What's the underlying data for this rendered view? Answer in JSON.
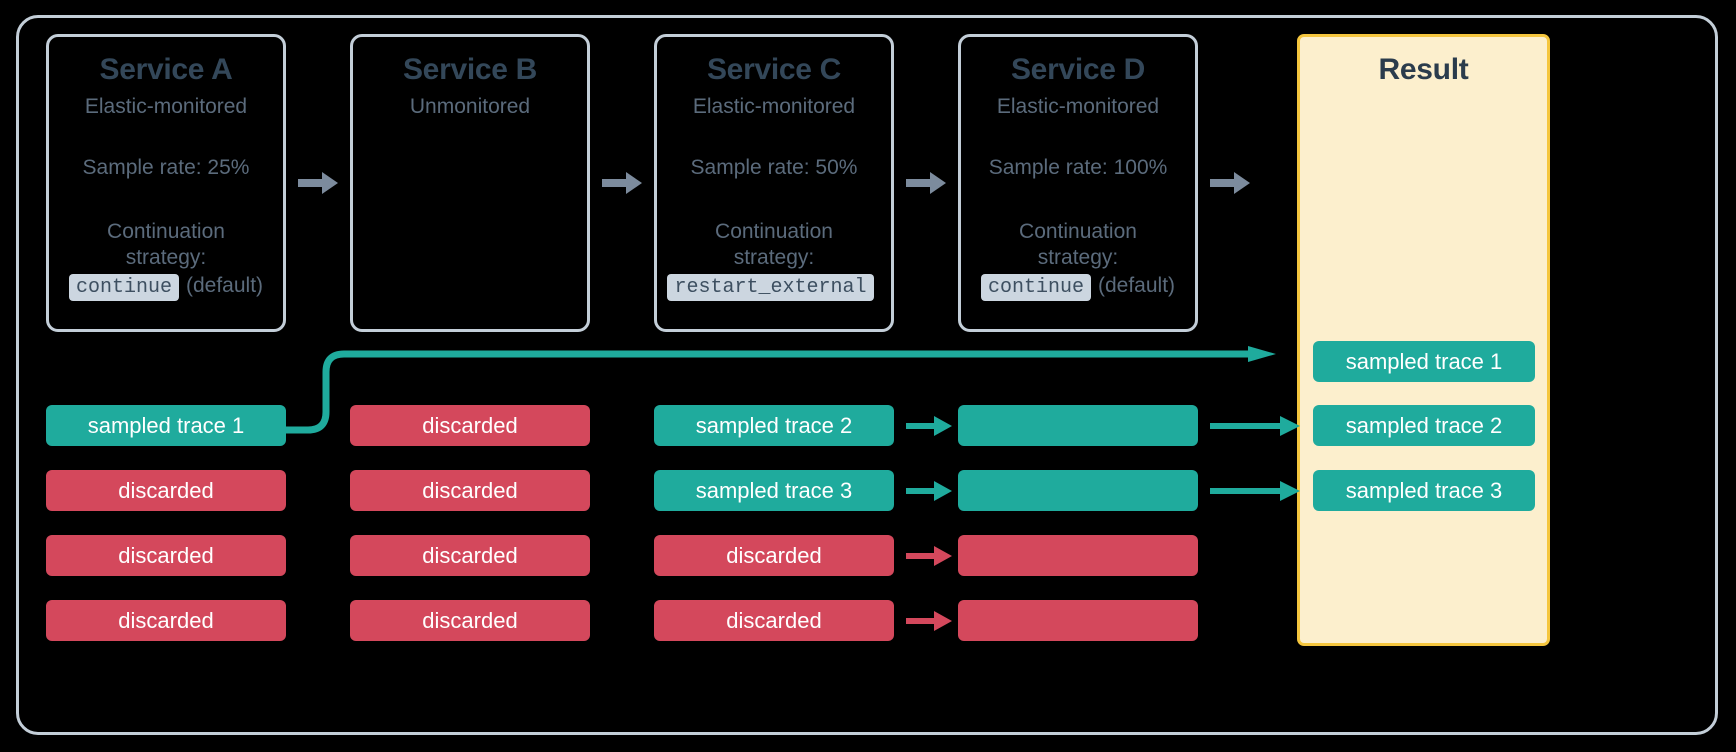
{
  "diagram": {
    "title_hidden": "",
    "colors": {
      "teal": "#1fab9d",
      "red": "#d4485c",
      "gray_border": "#c3ced8",
      "gray_arrow": "#7c8b9d",
      "result_bg": "#fcefcd",
      "result_border": "#f5c63e",
      "heading_text": "#334759",
      "body_text": "#5b6b7c"
    }
  },
  "services": [
    {
      "id": "service-a",
      "title": "Service A",
      "monitoring": "Elastic-monitored",
      "sample_rate": "Sample rate: 25%",
      "strategy_label_line1": "Continuation",
      "strategy_label_line2": "strategy:",
      "strategy_value": "continue",
      "strategy_note": "(default)"
    },
    {
      "id": "service-b",
      "title": "Service B",
      "monitoring": "Unmonitored",
      "sample_rate": "",
      "strategy_label_line1": "",
      "strategy_label_line2": "",
      "strategy_value": "",
      "strategy_note": ""
    },
    {
      "id": "service-c",
      "title": "Service C",
      "monitoring": "Elastic-monitored",
      "sample_rate": "Sample rate: 50%",
      "strategy_label_line1": "Continuation",
      "strategy_label_line2": "strategy:",
      "strategy_value": "restart_external",
      "strategy_note": ""
    },
    {
      "id": "service-d",
      "title": "Service D",
      "monitoring": "Elastic-monitored",
      "sample_rate": "Sample rate: 100%",
      "strategy_label_line1": "Continuation",
      "strategy_label_line2": "strategy:",
      "strategy_value": "continue",
      "strategy_note": "(default)"
    }
  ],
  "result": {
    "title": "Result",
    "items": [
      {
        "label": "sampled trace 1",
        "state": "sampled"
      },
      {
        "label": "sampled trace 2",
        "state": "sampled"
      },
      {
        "label": "sampled trace 3",
        "state": "sampled"
      }
    ]
  },
  "trace_columns": [
    {
      "service": "Service A",
      "rows": [
        {
          "label": "sampled trace 1",
          "state": "sampled"
        },
        {
          "label": "discarded",
          "state": "discarded"
        },
        {
          "label": "discarded",
          "state": "discarded"
        },
        {
          "label": "discarded",
          "state": "discarded"
        }
      ]
    },
    {
      "service": "Service B",
      "rows": [
        {
          "label": "discarded",
          "state": "discarded"
        },
        {
          "label": "discarded",
          "state": "discarded"
        },
        {
          "label": "discarded",
          "state": "discarded"
        },
        {
          "label": "discarded",
          "state": "discarded"
        }
      ]
    },
    {
      "service": "Service C",
      "rows": [
        {
          "label": "sampled trace 2",
          "state": "sampled"
        },
        {
          "label": "sampled trace 3",
          "state": "sampled"
        },
        {
          "label": "discarded",
          "state": "discarded"
        },
        {
          "label": "discarded",
          "state": "discarded"
        }
      ]
    },
    {
      "service": "Service D",
      "rows": [
        {
          "label": "",
          "state": "sampled"
        },
        {
          "label": "",
          "state": "sampled"
        },
        {
          "label": "",
          "state": "discarded"
        },
        {
          "label": "",
          "state": "discarded"
        }
      ]
    }
  ]
}
